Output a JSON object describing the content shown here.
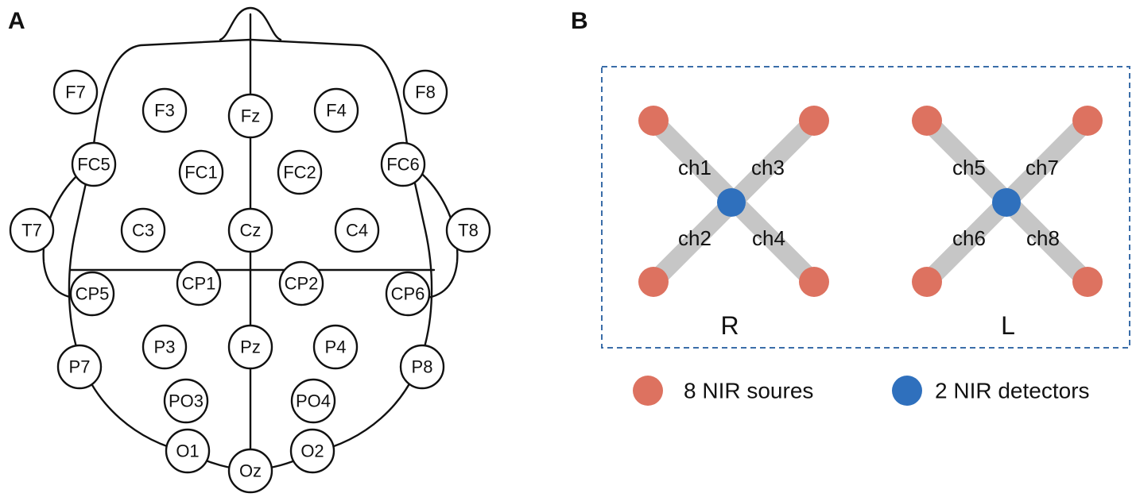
{
  "panel_a": {
    "label": "A",
    "electrodes": [
      {
        "id": "F7",
        "label": "F7"
      },
      {
        "id": "F8",
        "label": "F8"
      },
      {
        "id": "F3",
        "label": "F3"
      },
      {
        "id": "Fz",
        "label": "Fz"
      },
      {
        "id": "F4",
        "label": "F4"
      },
      {
        "id": "FC5",
        "label": "FC5"
      },
      {
        "id": "FC1",
        "label": "FC1"
      },
      {
        "id": "FC2",
        "label": "FC2"
      },
      {
        "id": "FC6",
        "label": "FC6"
      },
      {
        "id": "T7",
        "label": "T7"
      },
      {
        "id": "C3",
        "label": "C3"
      },
      {
        "id": "Cz",
        "label": "Cz"
      },
      {
        "id": "C4",
        "label": "C4"
      },
      {
        "id": "T8",
        "label": "T8"
      },
      {
        "id": "CP5",
        "label": "CP5"
      },
      {
        "id": "CP1",
        "label": "CP1"
      },
      {
        "id": "CP2",
        "label": "CP2"
      },
      {
        "id": "CP6",
        "label": "CP6"
      },
      {
        "id": "P7",
        "label": "P7"
      },
      {
        "id": "P3",
        "label": "P3"
      },
      {
        "id": "Pz",
        "label": "Pz"
      },
      {
        "id": "P4",
        "label": "P4"
      },
      {
        "id": "P8",
        "label": "P8"
      },
      {
        "id": "PO3",
        "label": "PO3"
      },
      {
        "id": "PO4",
        "label": "PO4"
      },
      {
        "id": "O1",
        "label": "O1"
      },
      {
        "id": "Oz",
        "label": "Oz"
      },
      {
        "id": "O2",
        "label": "O2"
      }
    ]
  },
  "panel_b": {
    "label": "B",
    "groups": [
      {
        "id": "right",
        "side_label": "R",
        "channels": [
          "ch1",
          "ch3",
          "ch2",
          "ch4"
        ]
      },
      {
        "id": "left",
        "side_label": "L",
        "channels": [
          "ch5",
          "ch7",
          "ch6",
          "ch8"
        ]
      }
    ],
    "legend": {
      "sources_label": "8 NIR soures",
      "detectors_label": "2 NIR detectors"
    },
    "colors": {
      "source": "#dd7260",
      "detector": "#2f70bd",
      "channel_bar": "#c6c6c6",
      "box_border": "#3a6da8"
    }
  }
}
